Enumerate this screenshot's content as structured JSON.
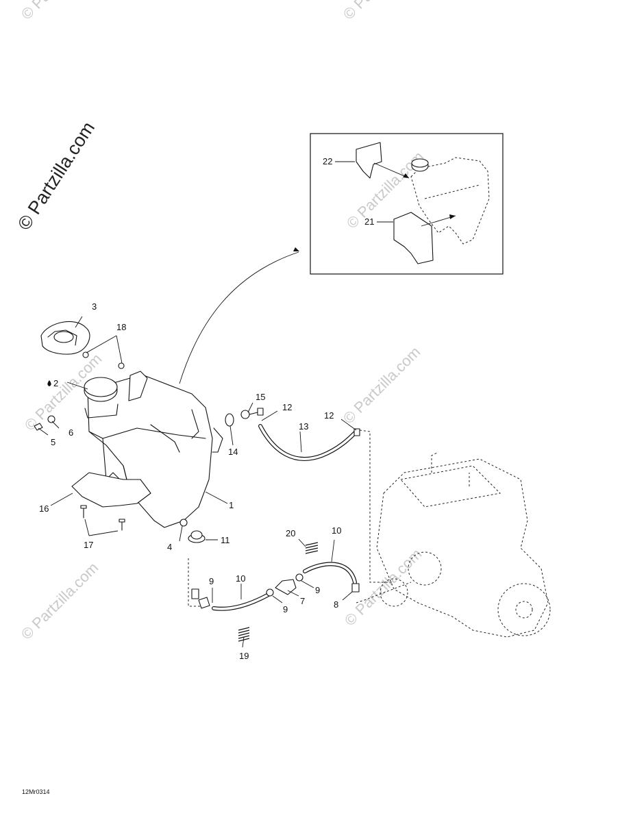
{
  "watermark": {
    "main": "© Partzilla.com",
    "repeat": "© Partzilla.com"
  },
  "diagram_code": "12Mr0314",
  "callouts": {
    "c1": "1",
    "c2": "2",
    "c3": "3",
    "c4": "4",
    "c5": "5",
    "c6": "6",
    "c7": "7",
    "c8": "8",
    "c9a": "9",
    "c9b": "9",
    "c9c": "9",
    "c10a": "10",
    "c10b": "10",
    "c11": "11",
    "c12a": "12",
    "c12b": "12",
    "c13": "13",
    "c14": "14",
    "c15": "15",
    "c16": "16",
    "c17": "17",
    "c18": "18",
    "c19": "19",
    "c20": "20",
    "c21": "21",
    "c22": "22"
  }
}
